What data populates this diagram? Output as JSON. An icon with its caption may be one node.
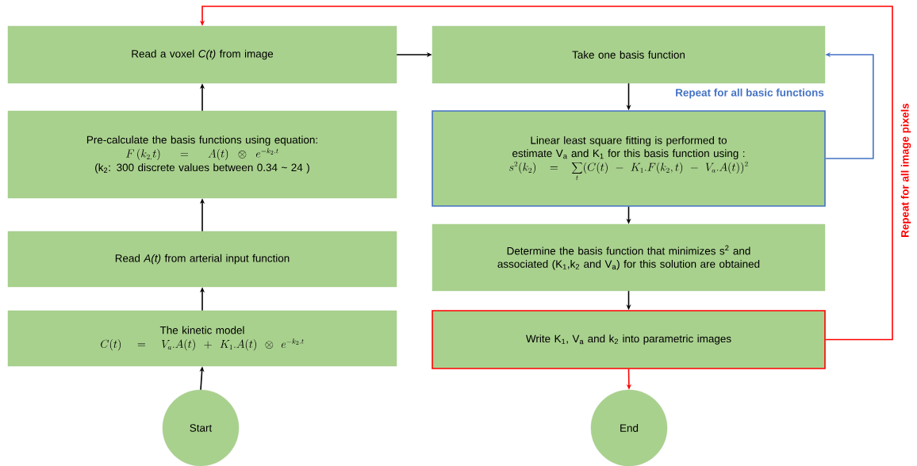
{
  "diagram": {
    "nodes": [
      {
        "text": [
          "Start"
        ]
      },
      {
        "text": [
          "The kinetic model",
          "C(t) = V_{a}.A(t)+K_{1}.A(t)\\otimes e^{-k_{2}.t}"
        ]
      },
      {
        "text": [
          "Read *A(t)* from arterial input function"
        ]
      },
      {
        "text": [
          "Pre-calculate the basis functions using equation:",
          "F\\left(k_{2,}t\\right) = A(t)\\otimes e^{-k_{2}.t}",
          "(k$_{2}$: 300 discrete values between 0.34 ~ 24 )"
        ]
      },
      {
        "text": [
          "Read a voxel *C(t)* from image"
        ]
      },
      {
        "text": [
          "Take one basis function"
        ]
      },
      {
        "text": [
          "Linear least square fitting is performed to estimate V$_{a}$ and K$_{1}$ for this basis function using :",
          "s^{2}(k_{2}) = \\sum_{t}(C(t) - K_{1}.F(k_{2},t) - V_{a}.A(t))^{2}"
        ]
      },
      {
        "text": [
          "Determine the basis function that minimizes s$^{2}$ and associated (K$_{1}$,k$_{2}$ and V$_{a}$) for this solution are obtained"
        ]
      },
      {
        "text": [
          "Write K$_{1}$, V$_{a}$ and k$_{2}$ into parametric images"
        ]
      },
      {
        "text": [
          "End"
        ]
      }
    ],
    "edges": [
      {
        "from": 0,
        "to": 1,
        "arrow": "to"
      },
      {
        "from": 1,
        "to": 2,
        "arrow": "to"
      },
      {
        "from": 2,
        "to": 3,
        "arrow": "to"
      },
      {
        "from": 3,
        "to": 4,
        "arrow": "to"
      },
      {
        "from": 4,
        "to": 5,
        "arrow": "to"
      },
      {
        "from": 5,
        "to": 6,
        "arrow": "to"
      },
      {
        "from": 6,
        "to": 5,
        "arrow": "to",
        "label": "Repeat for all basic functions",
        "color": "#4472c4"
      },
      {
        "from": 6,
        "to": 7,
        "arrow": "to"
      },
      {
        "from": 7,
        "to": 8,
        "arrow": "to"
      },
      {
        "from": 8,
        "to": 9,
        "arrow": "to",
        "color": "#ff0000"
      },
      {
        "from": 8,
        "to": 4,
        "arrow": "to",
        "label": "Repeat for all image pixels",
        "color": "#ff0000"
      }
    ]
  }
}
